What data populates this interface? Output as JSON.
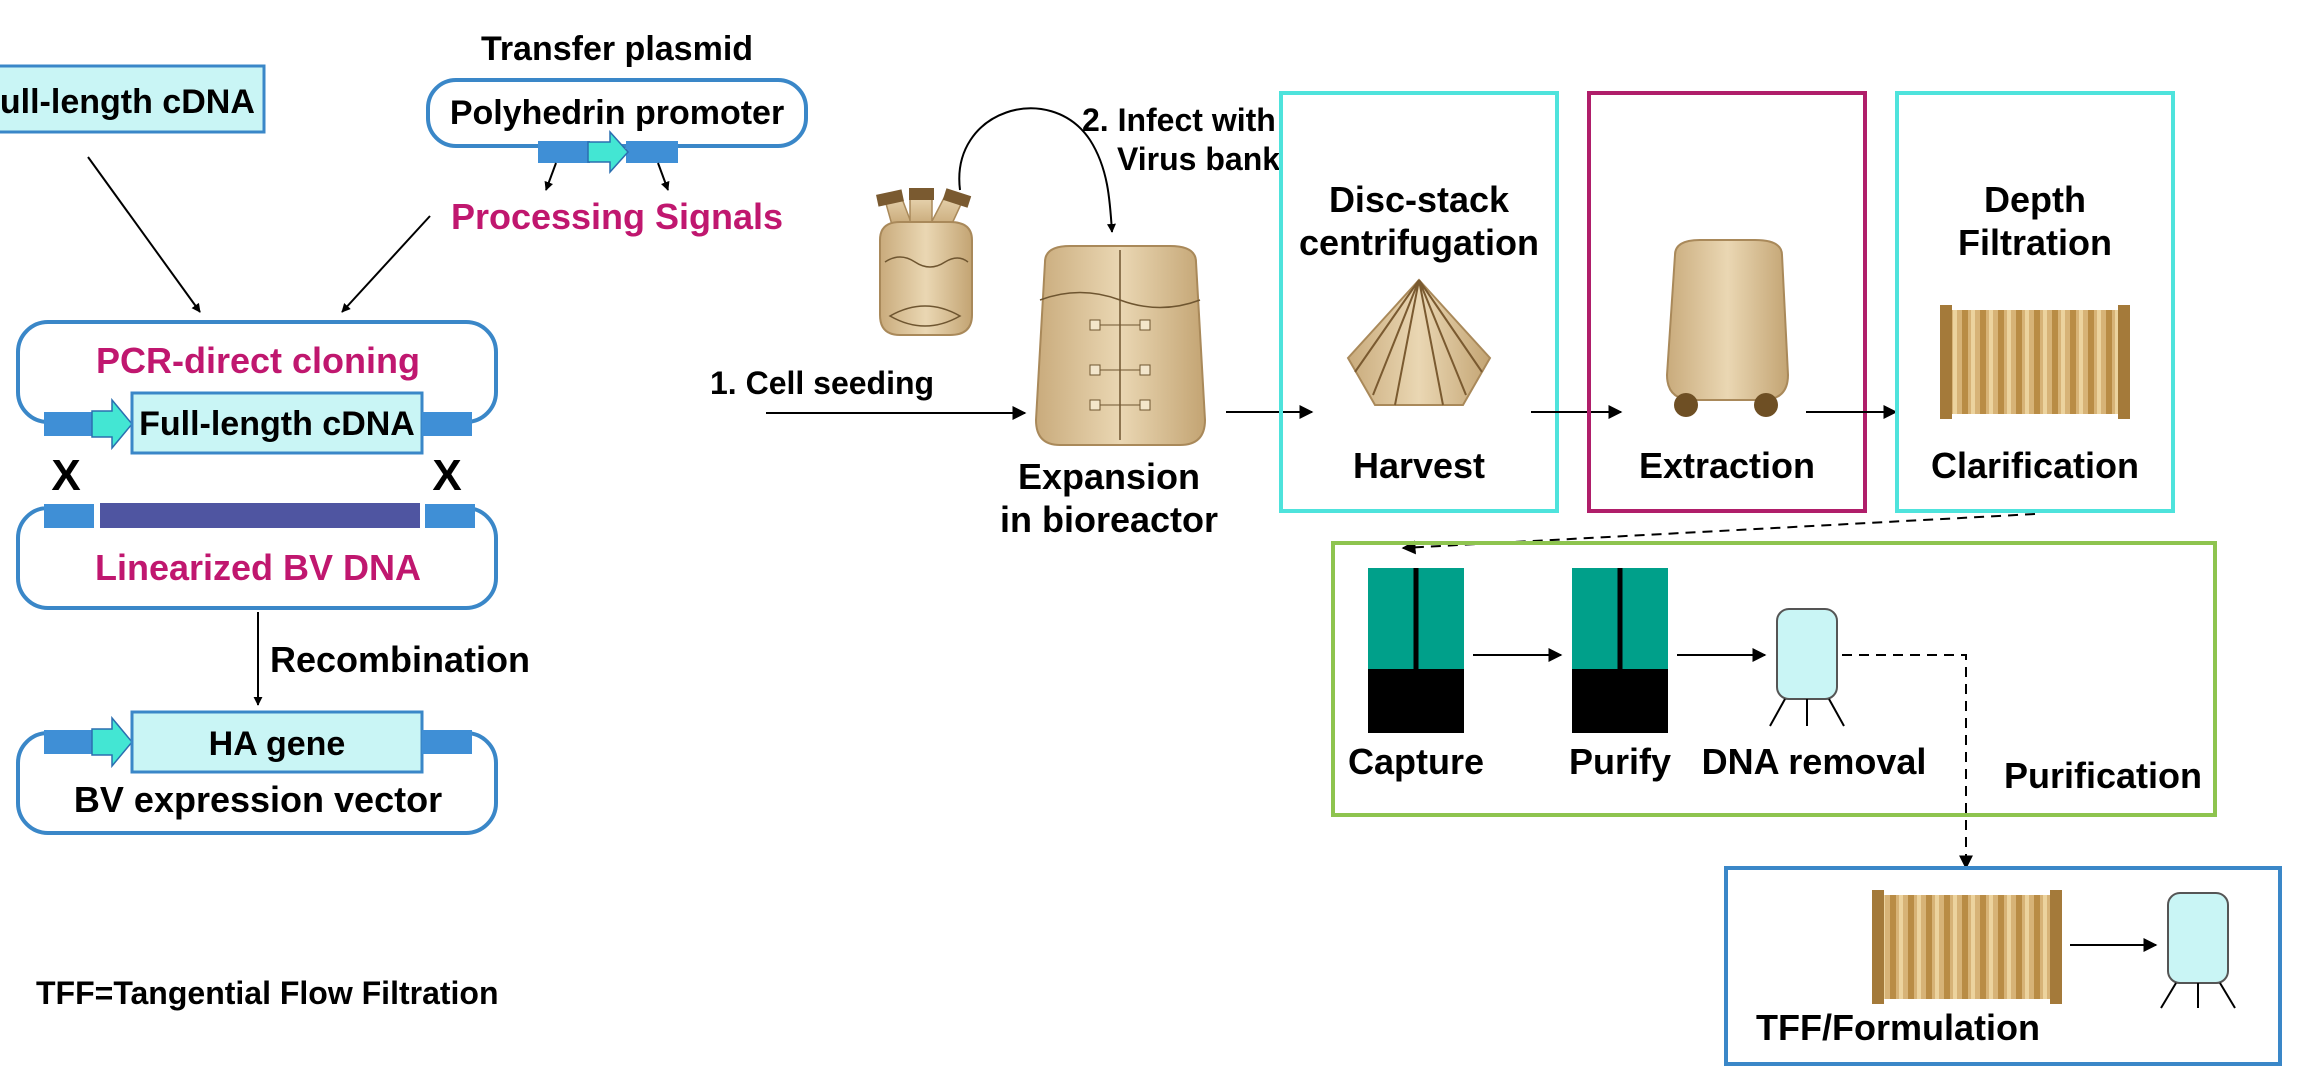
{
  "labels": {
    "full_length_cdna_box": "Full-length cDNA",
    "transfer_plasmid": "Transfer plasmid",
    "polyhedrin_promoter": "Polyhedrin promoter",
    "processing_signals": "Processing Signals",
    "pcr_direct_cloning": "PCR-direct cloning",
    "full_length_cdna_insert": "Full-length cDNA",
    "crossover_left": "X",
    "crossover_right": "X",
    "linearized_bv_dna": "Linearized BV DNA",
    "recombination": "Recombination",
    "ha_gene": "HA gene",
    "bv_expression_vector": "BV expression vector",
    "tff_note": "TFF=Tangential Flow Filtration",
    "infect_line1": "2. Infect with",
    "infect_line2": "Virus bank",
    "cell_seeding": "1. Cell seeding",
    "expansion_line1": "Expansion",
    "expansion_line2": "in bioreactor",
    "disc_stack_line1": "Disc-stack",
    "disc_stack_line2": "centrifugation",
    "harvest": "Harvest",
    "extraction": "Extraction",
    "depth_line1": "Depth",
    "depth_line2": "Filtration",
    "clarification": "Clarification",
    "capture": "Capture",
    "purify": "Purify",
    "dna_removal": "DNA removal",
    "purification": "Purification",
    "tff_formulation": "TFF/Formulation"
  },
  "colors": {
    "outline_blue": "#3a87c8",
    "magenta": "#c0176f",
    "cyan_fill": "#c9f5f5",
    "cyan_border": "#4ee3dc",
    "gene_blue": "#3f8fd6",
    "arrow_cyan": "#43e6d3",
    "bv_dna_bar": "#4f55a1",
    "column_teal": "#00a08a",
    "green_border": "#8ec44f",
    "extraction_border": "#b01e6a",
    "vessel_tan": "#d9bf95"
  },
  "icons": [
    "shake-flask-icon",
    "bioreactor-icon",
    "disc-stack-centrifuge-icon",
    "extraction-vessel-icon",
    "depth-filter-icon",
    "chromatography-column-icon",
    "storage-tank-icon",
    "tff-cartridge-icon"
  ]
}
